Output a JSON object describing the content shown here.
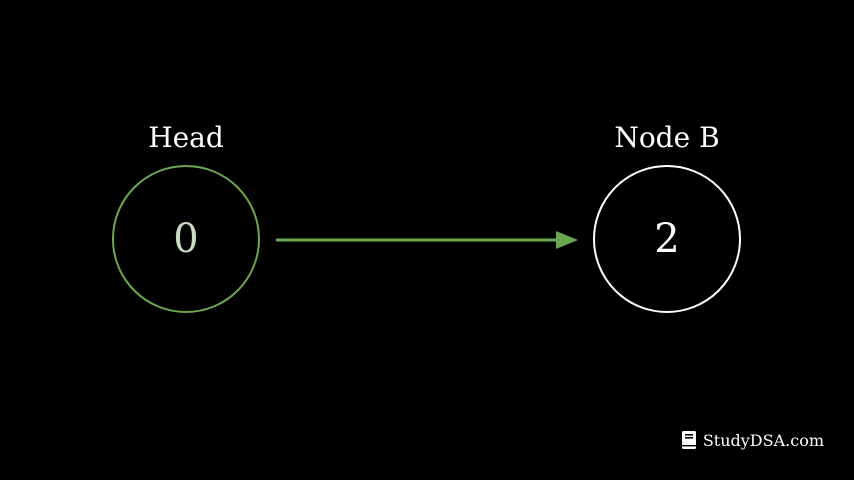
{
  "nodes": {
    "head": {
      "label": "Head",
      "value": "0",
      "color": "#6aa84f"
    },
    "b": {
      "label": "Node B",
      "value": "2",
      "color": "#ffffff"
    }
  },
  "edge": {
    "from": "head",
    "to": "b",
    "color": "#6aa84f"
  },
  "brand": {
    "icon": "book-icon",
    "text": "StudyDSA.com"
  }
}
